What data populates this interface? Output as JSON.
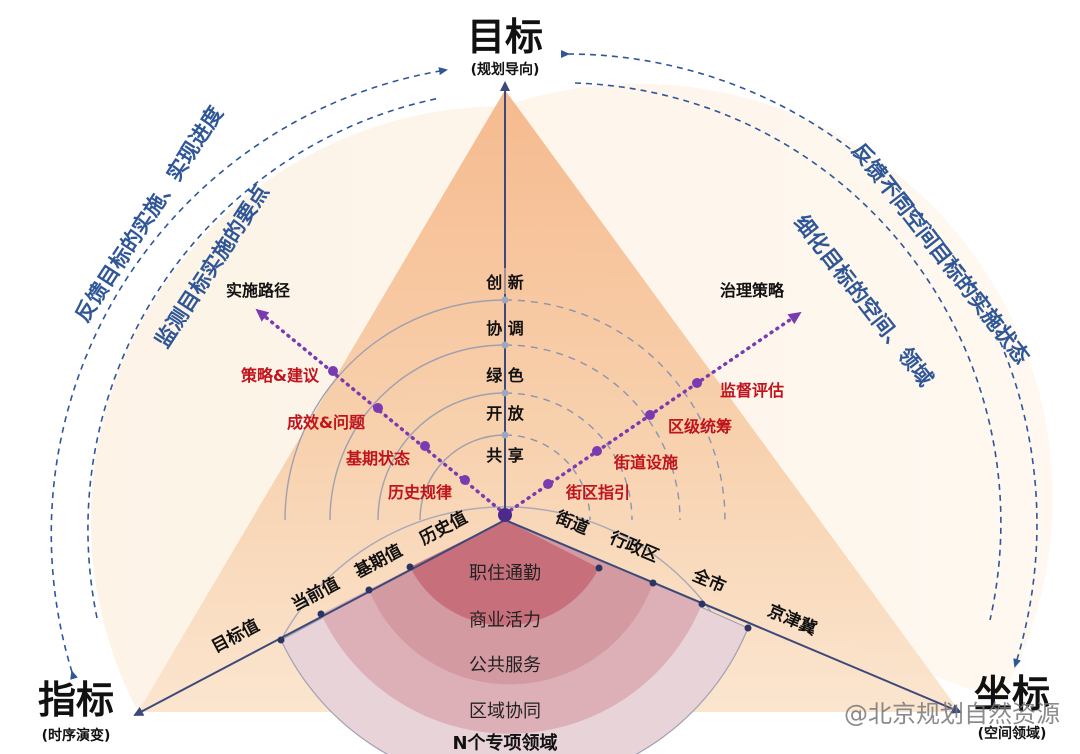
{
  "axes": {
    "top": {
      "title": "目标",
      "subtitle": "(规划导向)"
    },
    "left": {
      "title": "指标",
      "subtitle": "(时序演变)"
    },
    "right": {
      "title": "坐标",
      "subtitle": "(空间领域)"
    }
  },
  "feedback": {
    "left_outer": "反馈目标的实施、实现进度",
    "left_inner": "监测目标实施的要点",
    "right_outer": "反馈不同空间目标的实施状态",
    "right_inner": "细化目标的空间、领域"
  },
  "values_axis": [
    "创 新",
    "协 调",
    "绿 色",
    "开 放",
    "共 享"
  ],
  "left_path": {
    "title": "实施路径",
    "steps": [
      "策略&建议",
      "成效&问题",
      "基期状态",
      "历史规律"
    ]
  },
  "right_path": {
    "title": "治理策略",
    "steps": [
      "监督评估",
      "区级统筹",
      "街道设施",
      "街区指引"
    ]
  },
  "time_ticks": [
    "历史值",
    "基期值",
    "当前值",
    "目标值"
  ],
  "space_ticks": [
    "街道",
    "行政区",
    "全市",
    "京津冀"
  ],
  "domains": [
    "职住通勤",
    "商业活力",
    "公共服务",
    "区域协同"
  ],
  "domains_caption": "N个专项领域",
  "watermark": "@北京规划自然资源",
  "colors": {
    "blue": "#2f5697",
    "red": "#c0141c",
    "purple": "#7a3ab0",
    "dot": "#4b2a8c"
  }
}
